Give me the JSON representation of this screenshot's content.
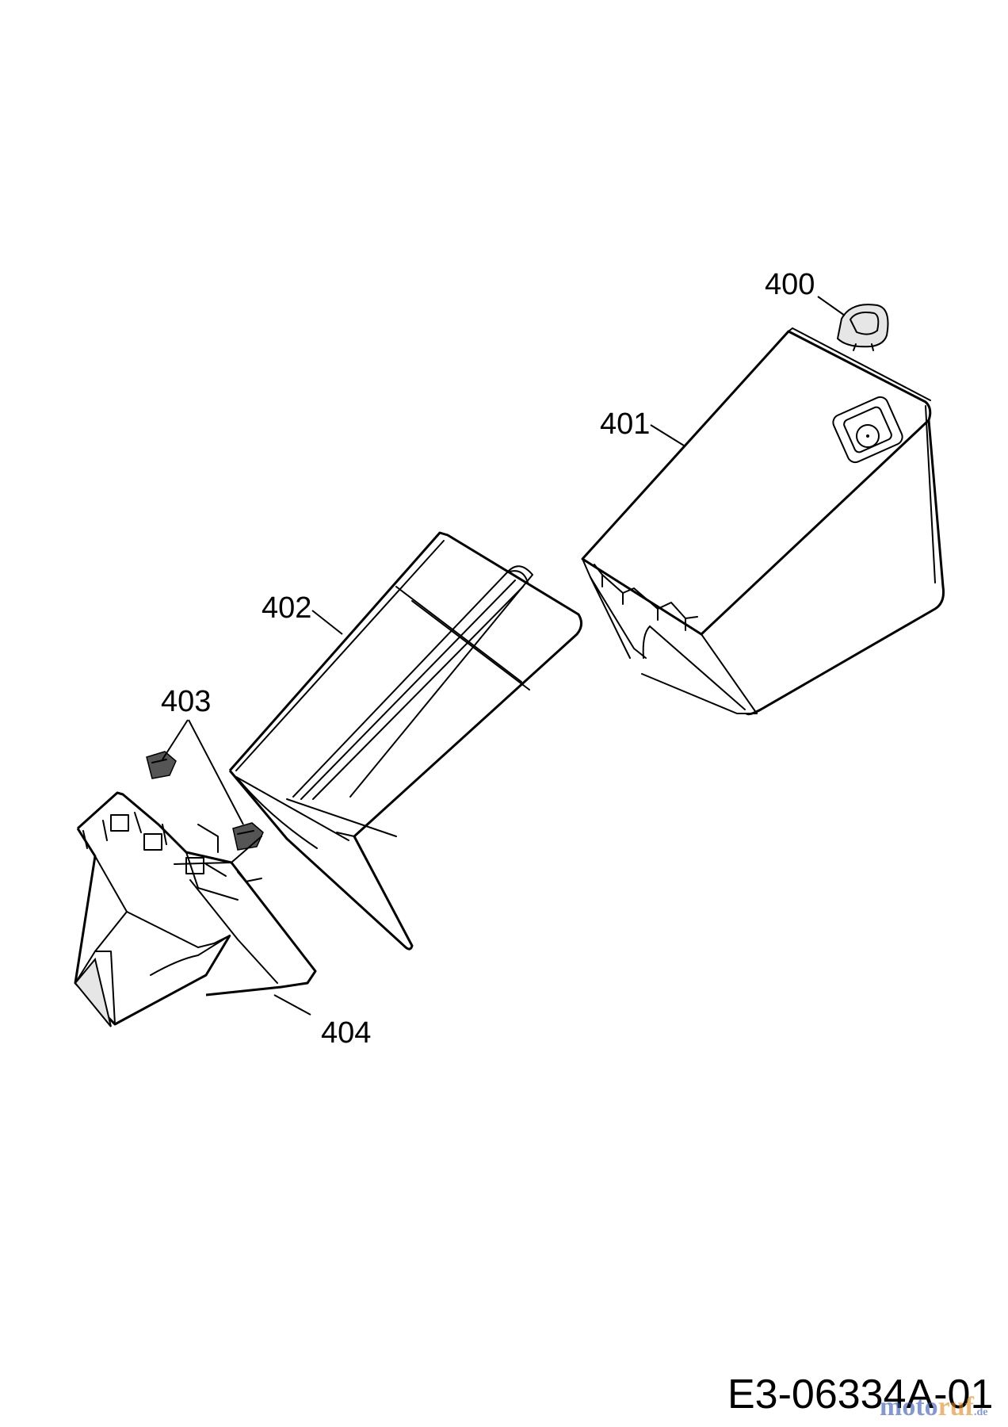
{
  "callouts": {
    "p400": "400",
    "p401": "401",
    "p402": "402",
    "p403": "403",
    "p404": "404"
  },
  "document_number": "E3-06334A-01",
  "watermark": {
    "text": "motoruf",
    "tld": ".de",
    "colors": [
      "#3355aa",
      "#dd8822"
    ]
  },
  "colors": {
    "line": "#000000",
    "background": "#ffffff"
  }
}
